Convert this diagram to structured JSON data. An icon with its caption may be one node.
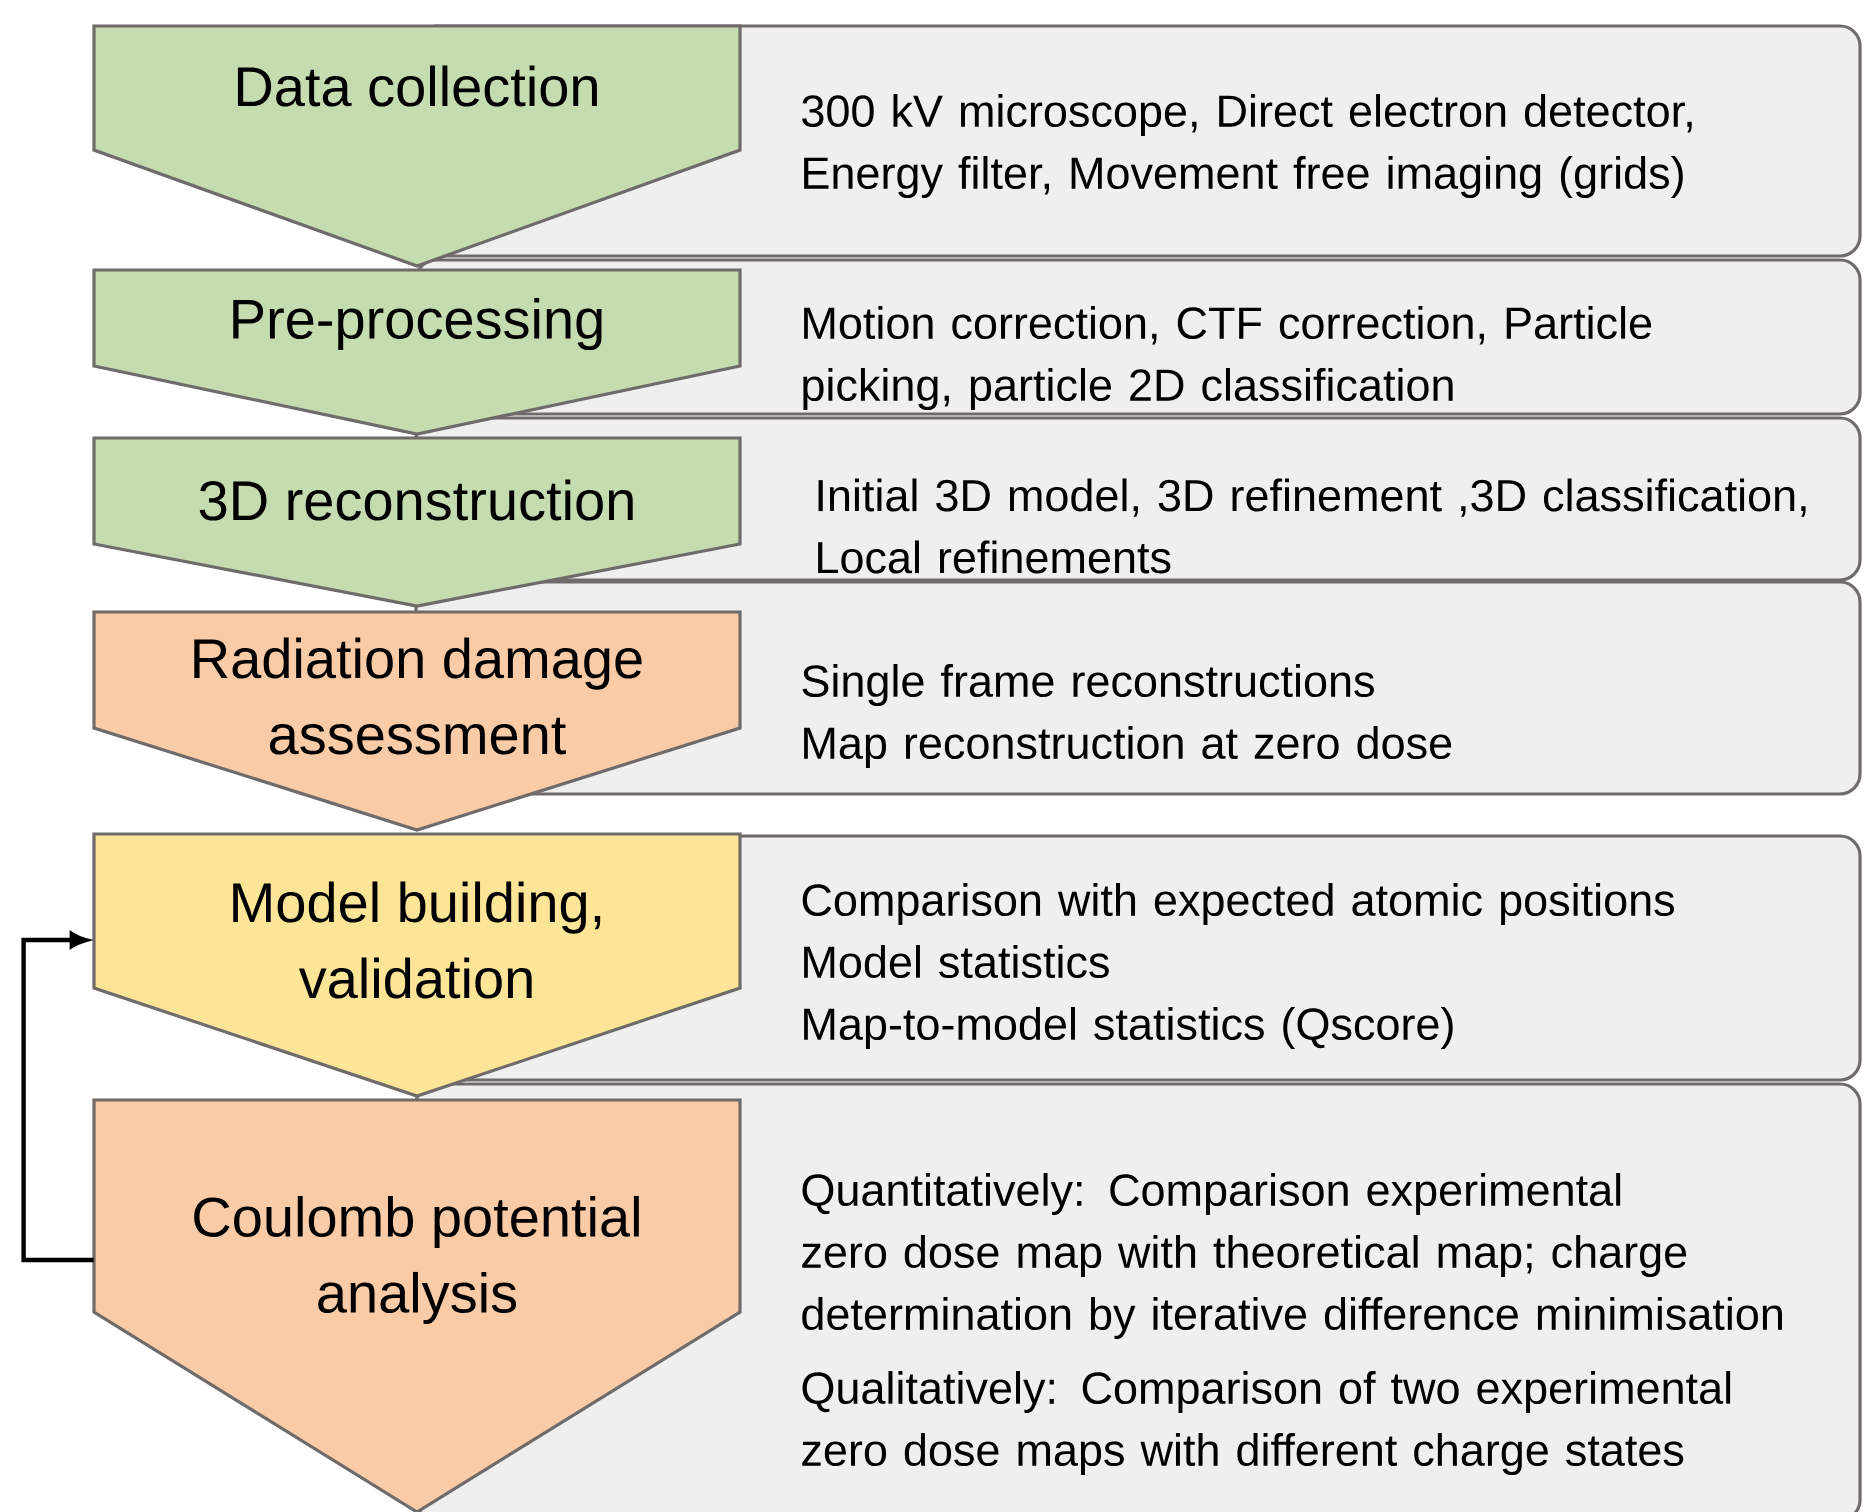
{
  "diagram": {
    "nodes": [
      {
        "text": [
          "Data collection"
        ]
      },
      {
        "text": [
          "300 kV microscope, Direct electron detector, Energy filter, Movement free imaging (grids)"
        ]
      },
      {
        "text": [
          "Pre-processing"
        ]
      },
      {
        "text": [
          "Motion correction, CTF correction, Particle picking, particle 2D classification"
        ]
      },
      {
        "text": [
          "3D reconstruction"
        ]
      },
      {
        "text": [
          "Initial 3D model, 3D refinement ,3D classification, Local refinements"
        ]
      },
      {
        "text": [
          "Radiation damage assessment"
        ]
      },
      {
        "text": [
          "Single frame reconstructions",
          "Map reconstruction at zero dose"
        ]
      },
      {
        "text": [
          "Model building, validation"
        ]
      },
      {
        "text": [
          "Comparison with expected atomic positions",
          "Model statistics",
          "Map-to-model statistics (Qscore)"
        ]
      },
      {
        "text": [
          "Coulomb potential analysis"
        ]
      },
      {
        "text": [
          "Quantitatively: Comparison experimental zero dose map with theoretical map; charge determination by iterative difference minimisation",
          "Qualitatively: Comparison of two experimental zero dose maps with different charge states"
        ]
      }
    ],
    "edges": [
      {
        "from": 10,
        "to": 8,
        "arrow": "to"
      }
    ]
  }
}
